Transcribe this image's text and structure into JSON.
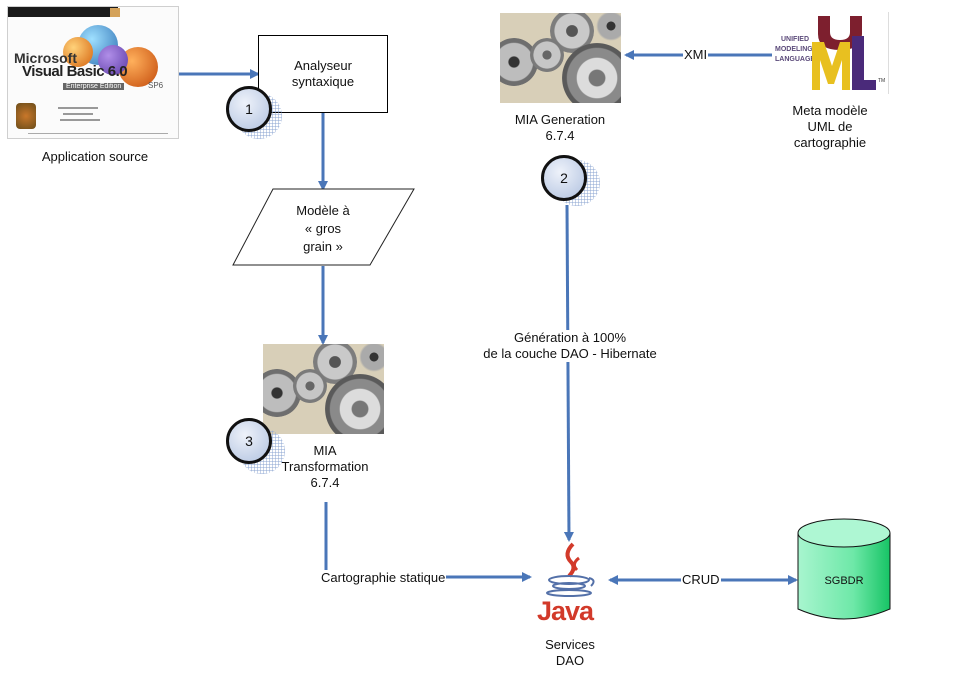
{
  "diagram": {
    "nodes": {
      "vb_source": {
        "image_icon": "visual-basic-6-box-icon",
        "image_text": {
          "brand": "Microsoft",
          "product": "Visual Basic 6.0",
          "edition": "Enterprise Edition",
          "sp": "SP6"
        },
        "label": "Application source"
      },
      "parser": {
        "label_line1": "Analyseur",
        "label_line2": "syntaxique"
      },
      "coarse_model": {
        "line1": "Modèle à",
        "line2": "« gros",
        "line3": "grain »"
      },
      "mia_transformation": {
        "image_icon": "gears-icon",
        "line1": "MIA",
        "line2": "Transformation",
        "line3": "6.7.4"
      },
      "mia_generation": {
        "image_icon": "gears-icon",
        "line1": "MIA Generation",
        "line2": "6.7.4"
      },
      "uml_meta": {
        "image_icon": "uml-logo-icon",
        "logo_lines": [
          "UNIFIED",
          "MODELING",
          "LANGUAGE"
        ],
        "logo_tm": "TM",
        "line1": "Meta modèle",
        "line2": "UML de",
        "line3": "cartographie"
      },
      "java_dao": {
        "image_icon": "java-logo-icon",
        "logo_text": "Java",
        "line1": "Services",
        "line2": "DAO"
      },
      "sgbdr": {
        "label": "SGBDR",
        "fill": "#3fdc8a"
      }
    },
    "steps": [
      "1",
      "2",
      "3"
    ],
    "edges": {
      "xmi": "XMI",
      "generation_line1": "Génération à 100%",
      "generation_line2": "de la couche DAO - Hibernate",
      "static_mapping": "Cartographie statique",
      "crud": "CRUD"
    },
    "colors": {
      "arrow": "#4a76b8",
      "step_fill": "#c9d5ea",
      "db_fill": "#5fe89f",
      "java_red": "#d23a2a",
      "java_blue": "#5370a8"
    }
  }
}
